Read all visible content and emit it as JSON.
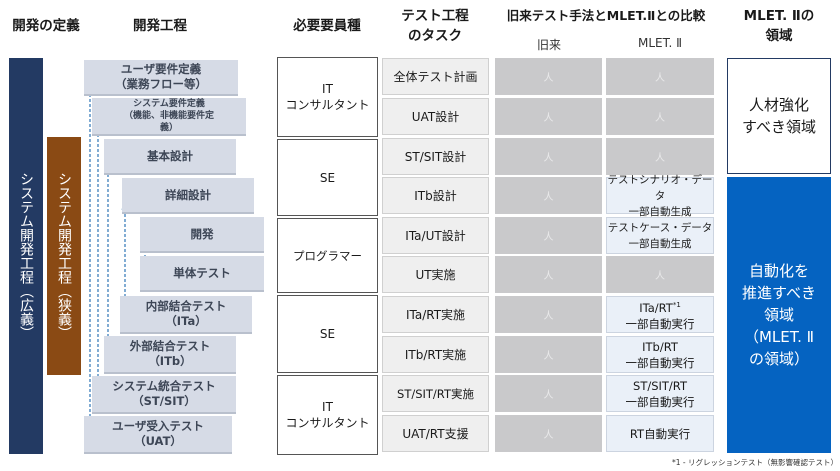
{
  "headers": {
    "definition": "開発の定義",
    "process": "開発工程",
    "personnel": "必要要員種",
    "task_line1": "テスト工程",
    "task_line2": "のタスク",
    "comparison": "旧来テスト手法とMLET.Ⅱとの比較",
    "legacy": "旧来",
    "mlet": "MLET. Ⅱ",
    "domain_line1": "MLET. Ⅱの",
    "domain_line2": "領域"
  },
  "definition_bars": {
    "broad": "システム開発工程（広義）",
    "narrow": "システム開発工程（狭義）"
  },
  "steps": [
    {
      "line1": "ユーザ要件定義",
      "line2": "（業務フロー等）"
    },
    {
      "line1": "システム要件定義",
      "line2": "（機能、非機能要件定",
      "line3": "義）"
    },
    {
      "line1": "基本設計"
    },
    {
      "line1": "詳細設計"
    },
    {
      "line1": "開発"
    },
    {
      "line1": "単体テスト"
    },
    {
      "line1": "内部結合テスト",
      "line2": "（ITa）"
    },
    {
      "line1": "外部結合テスト",
      "line2": "（ITb）"
    },
    {
      "line1": "システム統合テスト",
      "line2": "（ST/SIT）"
    },
    {
      "line1": "ユーザ受入テスト",
      "line2": "（UAT）"
    }
  ],
  "roles": [
    {
      "line1": "IT",
      "line2": "コンサルタント"
    },
    {
      "line1": "SE"
    },
    {
      "line1": "プログラマー"
    },
    {
      "line1": "SE"
    },
    {
      "line1": "IT",
      "line2": "コンサルタント"
    }
  ],
  "tasks": [
    "全体テスト計画",
    "UAT設計",
    "ST/SIT設計",
    "ITb設計",
    "ITa/UT設計",
    "UT実施",
    "ITa/RT実施",
    "ITb/RT実施",
    "ST/SIT/RT実施",
    "UAT/RT支援"
  ],
  "person_icon": "人",
  "mlet_cells": [
    {
      "line1": "人"
    },
    {
      "line1": "人"
    },
    {
      "line1": "人"
    },
    {
      "line1": "テストシナリオ・データ",
      "line2": "一部自動生成"
    },
    {
      "line1": "テストケース・データ",
      "line2": "一部自動生成"
    },
    {
      "line1": "人"
    },
    {
      "line1": "ITa/RT",
      "sup": "*1",
      "line2": "一部自動実行"
    },
    {
      "line1": "ITb/RT",
      "line2": "一部自動実行"
    },
    {
      "line1": "ST/SIT/RT",
      "line2": "一部自動実行"
    },
    {
      "line1": "RT自動実行"
    }
  ],
  "domains": {
    "human_line1": "人材強化",
    "human_line2": "すべき領域",
    "auto_line1": "自動化を",
    "auto_line2": "推進すべき",
    "auto_line3": "領域",
    "auto_line4": "（MLET. Ⅱ",
    "auto_line5": "の領域）"
  },
  "footnote": "*1 - リグレッションテスト（無影響確認テスト）",
  "colors": {
    "navy": "#233a63",
    "brown": "#8a4a14",
    "blue": "#0563c1",
    "step_bg": "#d6dbe6",
    "gray_cell": "#c9c9cb",
    "mlet_cell": "#eaf0f8",
    "arrow": "#2e75b6"
  }
}
